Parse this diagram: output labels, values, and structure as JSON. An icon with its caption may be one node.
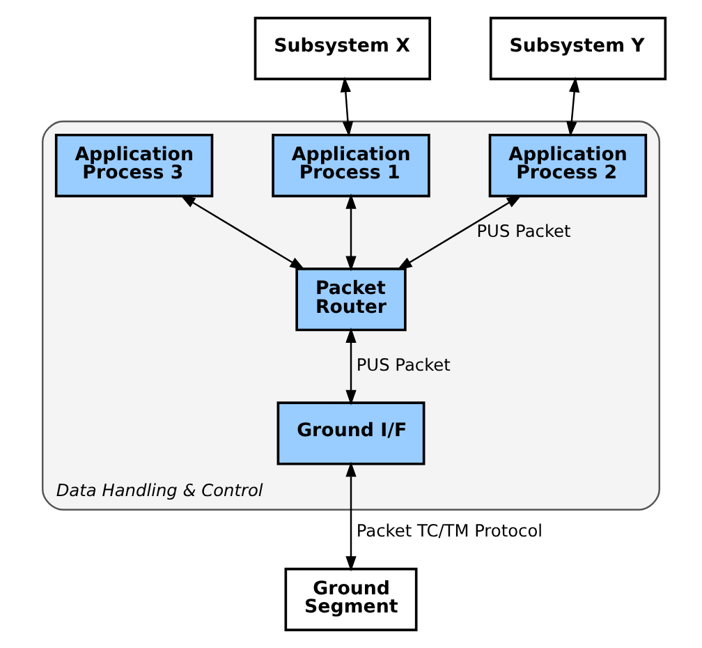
{
  "diagram": {
    "nodes": [
      {
        "text": [
          "Subsystem X"
        ]
      },
      {
        "text": [
          "Subsystem Y"
        ]
      },
      {
        "text": [
          "Data Handling & Control"
        ]
      },
      {
        "text": [
          "Application Process 1"
        ],
        "in": 2
      },
      {
        "text": [
          "Application Process 2"
        ],
        "in": 2
      },
      {
        "text": [
          "Application Process 3"
        ],
        "in": 2
      },
      {
        "text": [
          "Packet Router"
        ],
        "in": 2
      },
      {
        "text": [
          "Ground I/F"
        ],
        "in": 2
      },
      {
        "text": [
          "Ground Segment"
        ]
      }
    ],
    "edges": [
      {
        "from": 0,
        "to": 3,
        "arrow": "both"
      },
      {
        "from": 1,
        "to": 4,
        "arrow": "both"
      },
      {
        "from": 3,
        "to": 6,
        "arrow": "both"
      },
      {
        "from": 4,
        "to": 6,
        "arrow": "both",
        "label": "PUS Packet"
      },
      {
        "from": 5,
        "to": 6,
        "arrow": "both"
      },
      {
        "from": 6,
        "to": 7,
        "arrow": "both",
        "label": "PUS Packet"
      },
      {
        "from": 7,
        "to": 8,
        "arrow": "both",
        "label": "Packet TC/TM Protocol"
      }
    ]
  }
}
